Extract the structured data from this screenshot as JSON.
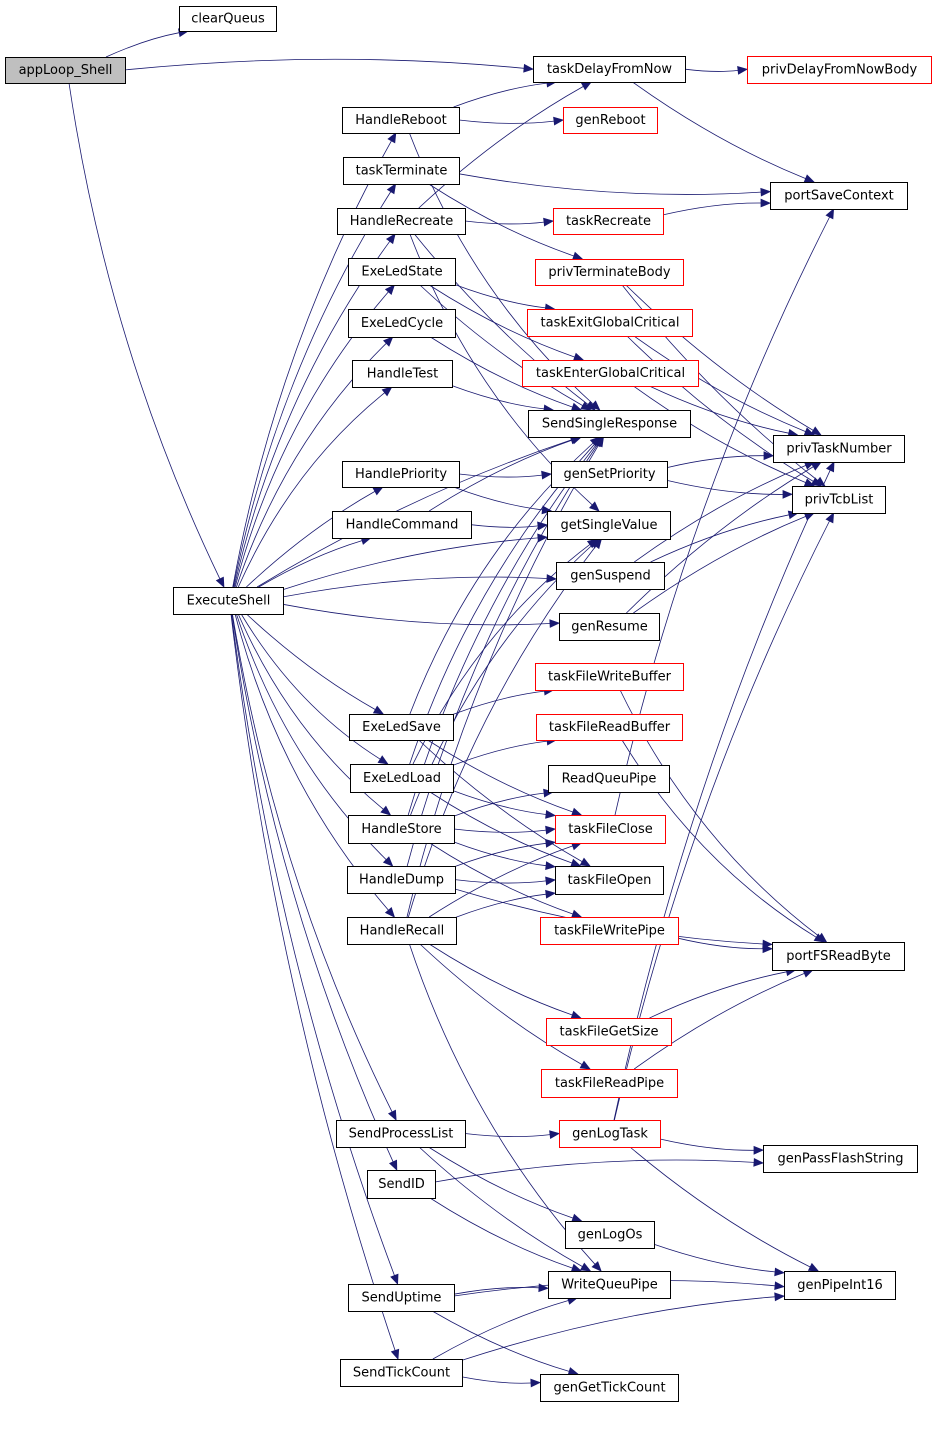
{
  "colors": {
    "edge": "#191970",
    "border_normal": "#000000",
    "border_external": "#ff0000",
    "root_fill": "#bfbfbf",
    "node_fill": "#ffffff"
  },
  "nodes": [
    {
      "id": "appLoop_Shell",
      "label": "appLoop_Shell",
      "style": "root"
    },
    {
      "id": "clearQueus",
      "label": "clearQueus",
      "style": "normal"
    },
    {
      "id": "taskDelayFromNow",
      "label": "taskDelayFromNow",
      "style": "normal"
    },
    {
      "id": "privDelayFromNowBody",
      "label": "privDelayFromNowBody",
      "style": "external"
    },
    {
      "id": "HandleReboot",
      "label": "HandleReboot",
      "style": "normal"
    },
    {
      "id": "genReboot",
      "label": "genReboot",
      "style": "external"
    },
    {
      "id": "taskTerminate",
      "label": "taskTerminate",
      "style": "normal"
    },
    {
      "id": "portSaveContext",
      "label": "portSaveContext",
      "style": "normal"
    },
    {
      "id": "HandleRecreate",
      "label": "HandleRecreate",
      "style": "normal"
    },
    {
      "id": "taskRecreate",
      "label": "taskRecreate",
      "style": "external"
    },
    {
      "id": "ExeLedState",
      "label": "ExeLedState",
      "style": "normal"
    },
    {
      "id": "privTerminateBody",
      "label": "privTerminateBody",
      "style": "external"
    },
    {
      "id": "ExeLedCycle",
      "label": "ExeLedCycle",
      "style": "normal"
    },
    {
      "id": "taskExitGlobalCritical",
      "label": "taskExitGlobalCritical",
      "style": "external"
    },
    {
      "id": "HandleTest",
      "label": "HandleTest",
      "style": "normal"
    },
    {
      "id": "taskEnterGlobalCritical",
      "label": "taskEnterGlobalCritical",
      "style": "external"
    },
    {
      "id": "SendSingleResponse",
      "label": "SendSingleResponse",
      "style": "normal"
    },
    {
      "id": "privTaskNumber",
      "label": "privTaskNumber",
      "style": "normal"
    },
    {
      "id": "HandlePriority",
      "label": "HandlePriority",
      "style": "normal"
    },
    {
      "id": "genSetPriority",
      "label": "genSetPriority",
      "style": "normal"
    },
    {
      "id": "privTcbList",
      "label": "privTcbList",
      "style": "normal"
    },
    {
      "id": "HandleCommand",
      "label": "HandleCommand",
      "style": "normal"
    },
    {
      "id": "getSingleValue",
      "label": "getSingleValue",
      "style": "normal"
    },
    {
      "id": "genSuspend",
      "label": "genSuspend",
      "style": "normal"
    },
    {
      "id": "ExecuteShell",
      "label": "ExecuteShell",
      "style": "normal"
    },
    {
      "id": "genResume",
      "label": "genResume",
      "style": "normal"
    },
    {
      "id": "taskFileWriteBuffer",
      "label": "taskFileWriteBuffer",
      "style": "external"
    },
    {
      "id": "ExeLedSave",
      "label": "ExeLedSave",
      "style": "normal"
    },
    {
      "id": "taskFileReadBuffer",
      "label": "taskFileReadBuffer",
      "style": "external"
    },
    {
      "id": "ExeLedLoad",
      "label": "ExeLedLoad",
      "style": "normal"
    },
    {
      "id": "ReadQueuPipe",
      "label": "ReadQueuPipe",
      "style": "normal"
    },
    {
      "id": "HandleStore",
      "label": "HandleStore",
      "style": "normal"
    },
    {
      "id": "taskFileClose",
      "label": "taskFileClose",
      "style": "external"
    },
    {
      "id": "HandleDump",
      "label": "HandleDump",
      "style": "normal"
    },
    {
      "id": "taskFileOpen",
      "label": "taskFileOpen",
      "style": "normal"
    },
    {
      "id": "HandleRecall",
      "label": "HandleRecall",
      "style": "normal"
    },
    {
      "id": "taskFileWritePipe",
      "label": "taskFileWritePipe",
      "style": "external"
    },
    {
      "id": "portFSReadByte",
      "label": "portFSReadByte",
      "style": "normal"
    },
    {
      "id": "taskFileGetSize",
      "label": "taskFileGetSize",
      "style": "external"
    },
    {
      "id": "taskFileReadPipe",
      "label": "taskFileReadPipe",
      "style": "external"
    },
    {
      "id": "SendProcessList",
      "label": "SendProcessList",
      "style": "normal"
    },
    {
      "id": "genLogTask",
      "label": "genLogTask",
      "style": "external"
    },
    {
      "id": "genPassFlashString",
      "label": "genPassFlashString",
      "style": "normal"
    },
    {
      "id": "SendID",
      "label": "SendID",
      "style": "normal"
    },
    {
      "id": "genLogOs",
      "label": "genLogOs",
      "style": "normal"
    },
    {
      "id": "SendUptime",
      "label": "SendUptime",
      "style": "normal"
    },
    {
      "id": "WriteQueuPipe",
      "label": "WriteQueuPipe",
      "style": "normal"
    },
    {
      "id": "genPipeInt16",
      "label": "genPipeInt16",
      "style": "normal"
    },
    {
      "id": "SendTickCount",
      "label": "SendTickCount",
      "style": "normal"
    },
    {
      "id": "genGetTickCount",
      "label": "genGetTickCount",
      "style": "normal"
    }
  ],
  "edges": [
    [
      "appLoop_Shell",
      "clearQueus"
    ],
    [
      "appLoop_Shell",
      "taskDelayFromNow"
    ],
    [
      "appLoop_Shell",
      "ExecuteShell"
    ],
    [
      "taskDelayFromNow",
      "privDelayFromNowBody"
    ],
    [
      "taskDelayFromNow",
      "portSaveContext"
    ],
    [
      "HandleReboot",
      "taskDelayFromNow"
    ],
    [
      "HandleReboot",
      "genReboot"
    ],
    [
      "HandleReboot",
      "SendSingleResponse"
    ],
    [
      "taskTerminate",
      "portSaveContext"
    ],
    [
      "taskTerminate",
      "privTerminateBody"
    ],
    [
      "HandleRecreate",
      "taskDelayFromNow"
    ],
    [
      "HandleRecreate",
      "taskRecreate"
    ],
    [
      "HandleRecreate",
      "SendSingleResponse"
    ],
    [
      "HandleRecreate",
      "getSingleValue"
    ],
    [
      "taskRecreate",
      "portSaveContext"
    ],
    [
      "privTerminateBody",
      "privTaskNumber"
    ],
    [
      "privTerminateBody",
      "privTcbList"
    ],
    [
      "ExeLedState",
      "taskExitGlobalCritical"
    ],
    [
      "ExeLedState",
      "taskEnterGlobalCritical"
    ],
    [
      "ExeLedState",
      "SendSingleResponse"
    ],
    [
      "ExeLedCycle",
      "SendSingleResponse"
    ],
    [
      "taskExitGlobalCritical",
      "privTaskNumber"
    ],
    [
      "taskExitGlobalCritical",
      "privTcbList"
    ],
    [
      "taskEnterGlobalCritical",
      "privTaskNumber"
    ],
    [
      "taskEnterGlobalCritical",
      "privTcbList"
    ],
    [
      "HandleTest",
      "SendSingleResponse"
    ],
    [
      "HandlePriority",
      "genSetPriority"
    ],
    [
      "HandlePriority",
      "getSingleValue"
    ],
    [
      "genSetPriority",
      "privTaskNumber"
    ],
    [
      "genSetPriority",
      "privTcbList"
    ],
    [
      "HandleCommand",
      "SendSingleResponse"
    ],
    [
      "HandleCommand",
      "getSingleValue"
    ],
    [
      "genSuspend",
      "privTaskNumber"
    ],
    [
      "genSuspend",
      "privTcbList"
    ],
    [
      "genResume",
      "privTaskNumber"
    ],
    [
      "genResume",
      "privTcbList"
    ],
    [
      "ExecuteShell",
      "HandleReboot"
    ],
    [
      "ExecuteShell",
      "taskTerminate"
    ],
    [
      "ExecuteShell",
      "HandleRecreate"
    ],
    [
      "ExecuteShell",
      "ExeLedState"
    ],
    [
      "ExecuteShell",
      "ExeLedCycle"
    ],
    [
      "ExecuteShell",
      "HandleTest"
    ],
    [
      "ExecuteShell",
      "SendSingleResponse"
    ],
    [
      "ExecuteShell",
      "HandlePriority"
    ],
    [
      "ExecuteShell",
      "HandleCommand"
    ],
    [
      "ExecuteShell",
      "getSingleValue"
    ],
    [
      "ExecuteShell",
      "genSuspend"
    ],
    [
      "ExecuteShell",
      "genResume"
    ],
    [
      "ExecuteShell",
      "ExeLedSave"
    ],
    [
      "ExecuteShell",
      "ExeLedLoad"
    ],
    [
      "ExecuteShell",
      "HandleStore"
    ],
    [
      "ExecuteShell",
      "HandleDump"
    ],
    [
      "ExecuteShell",
      "HandleRecall"
    ],
    [
      "ExecuteShell",
      "SendProcessList"
    ],
    [
      "ExecuteShell",
      "SendID"
    ],
    [
      "ExecuteShell",
      "SendUptime"
    ],
    [
      "ExecuteShell",
      "SendTickCount"
    ],
    [
      "taskFileWriteBuffer",
      "portFSReadByte"
    ],
    [
      "taskFileReadBuffer",
      "portFSReadByte"
    ],
    [
      "ExeLedSave",
      "taskFileWriteBuffer"
    ],
    [
      "ExeLedSave",
      "taskFileClose"
    ],
    [
      "ExeLedSave",
      "taskFileOpen"
    ],
    [
      "ExeLedSave",
      "SendSingleResponse"
    ],
    [
      "ExeLedLoad",
      "taskFileReadBuffer"
    ],
    [
      "ExeLedLoad",
      "taskFileClose"
    ],
    [
      "ExeLedLoad",
      "taskFileOpen"
    ],
    [
      "ExeLedLoad",
      "SendSingleResponse"
    ],
    [
      "ExeLedLoad",
      "getSingleValue"
    ],
    [
      "HandleStore",
      "ReadQueuPipe"
    ],
    [
      "HandleStore",
      "taskFileClose"
    ],
    [
      "HandleStore",
      "taskFileOpen"
    ],
    [
      "HandleStore",
      "taskFileWritePipe"
    ],
    [
      "HandleStore",
      "SendSingleResponse"
    ],
    [
      "HandleStore",
      "getSingleValue"
    ],
    [
      "taskFileClose",
      "portSaveContext"
    ],
    [
      "HandleDump",
      "taskFileClose"
    ],
    [
      "HandleDump",
      "taskFileOpen"
    ],
    [
      "HandleDump",
      "portFSReadByte"
    ],
    [
      "HandleDump",
      "SendSingleResponse"
    ],
    [
      "HandleRecall",
      "taskFileClose"
    ],
    [
      "HandleRecall",
      "taskFileOpen"
    ],
    [
      "HandleRecall",
      "taskFileGetSize"
    ],
    [
      "HandleRecall",
      "taskFileReadPipe"
    ],
    [
      "HandleRecall",
      "WriteQueuPipe"
    ],
    [
      "HandleRecall",
      "SendSingleResponse"
    ],
    [
      "HandleRecall",
      "getSingleValue"
    ],
    [
      "taskFileWritePipe",
      "portFSReadByte"
    ],
    [
      "taskFileGetSize",
      "portFSReadByte"
    ],
    [
      "taskFileReadPipe",
      "portFSReadByte"
    ],
    [
      "SendProcessList",
      "genLogTask"
    ],
    [
      "SendProcessList",
      "genLogOs"
    ],
    [
      "SendProcessList",
      "WriteQueuPipe"
    ],
    [
      "genLogTask",
      "genPassFlashString"
    ],
    [
      "genLogTask",
      "genPipeInt16"
    ],
    [
      "genLogTask",
      "privTaskNumber"
    ],
    [
      "genLogTask",
      "privTcbList"
    ],
    [
      "SendID",
      "genPassFlashString"
    ],
    [
      "SendID",
      "WriteQueuPipe"
    ],
    [
      "genLogOs",
      "genPipeInt16"
    ],
    [
      "SendUptime",
      "WriteQueuPipe"
    ],
    [
      "SendUptime",
      "genPipeInt16"
    ],
    [
      "SendUptime",
      "genGetTickCount"
    ],
    [
      "SendTickCount",
      "WriteQueuPipe"
    ],
    [
      "SendTickCount",
      "genGetTickCount"
    ],
    [
      "SendTickCount",
      "genPipeInt16"
    ]
  ]
}
